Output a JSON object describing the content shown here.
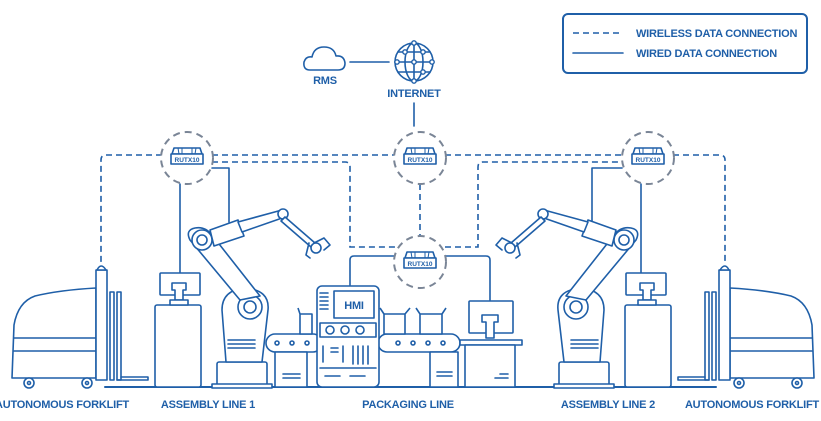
{
  "legend": {
    "wireless_label": "WIRELESS DATA CONNECTION",
    "wired_label": "WIRED DATA CONNECTION"
  },
  "cloud": {
    "label": "RMS",
    "icon": "cloud-icon"
  },
  "internet": {
    "label": "INTERNET",
    "icon": "globe-icon"
  },
  "routers": [
    {
      "label": "RUTX10"
    },
    {
      "label": "RUTX10"
    },
    {
      "label": "RUTX10"
    },
    {
      "label": "RUTX10"
    }
  ],
  "hmi": {
    "label": "HMI"
  },
  "stations": [
    {
      "label": "AUTONOMOUS FORKLIFT"
    },
    {
      "label": "ASSEMBLY LINE 1"
    },
    {
      "label": "PACKAGING LINE"
    },
    {
      "label": "ASSEMBLY LINE 2"
    },
    {
      "label": "AUTONOMOUS FORKLIFT"
    }
  ],
  "colors": {
    "line": "#1f5fa8",
    "router_ring": "#7a8596"
  }
}
